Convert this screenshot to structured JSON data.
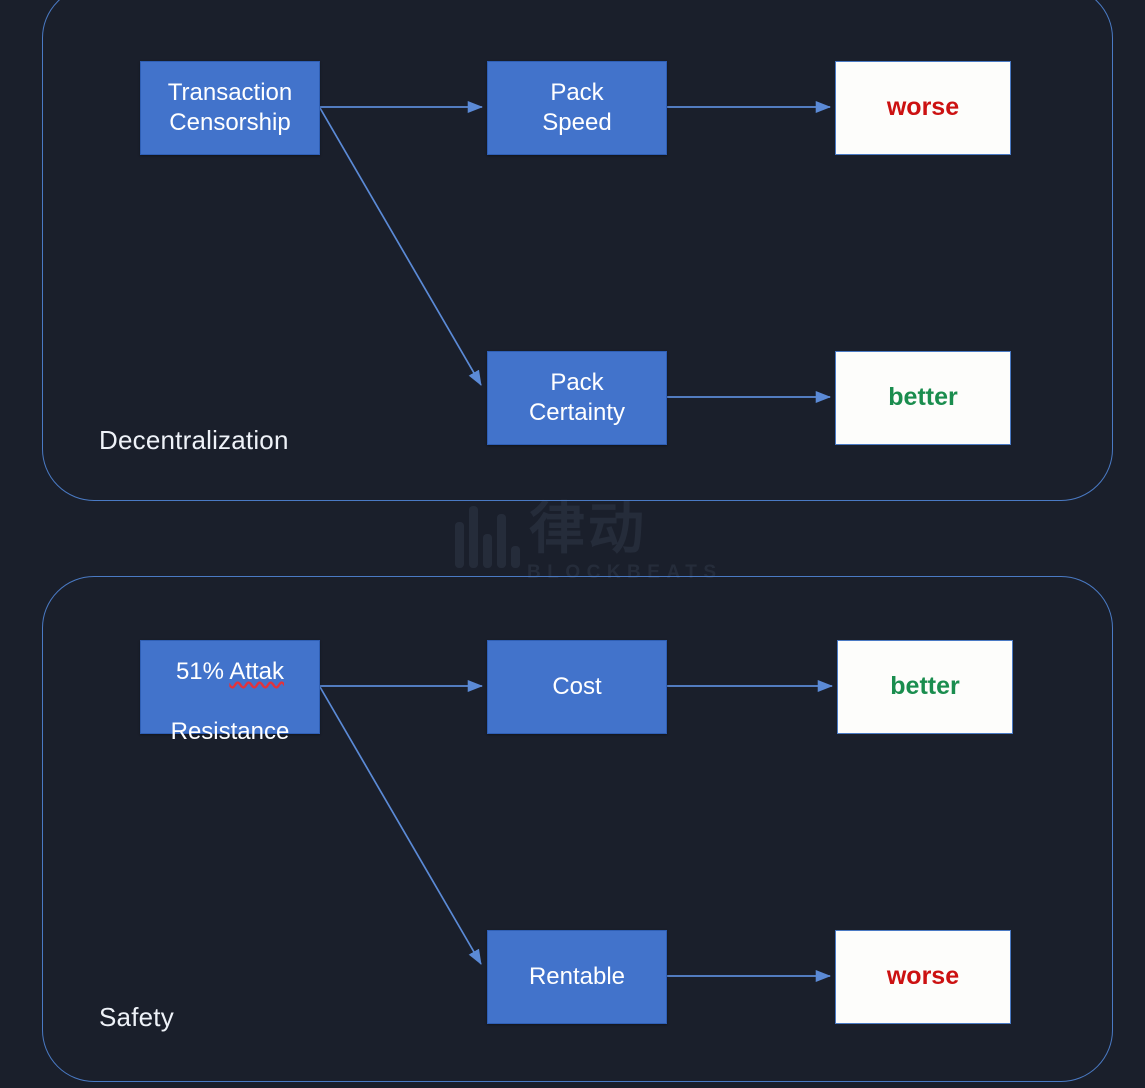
{
  "background_color": "#1a1f2b",
  "accent_color": "#4273cb",
  "border_color": "#4a7ac4",
  "watermark": {
    "logo_name": "blockbeats-bars-logo",
    "chinese": "律动",
    "english": "BLOCKBEATS"
  },
  "groups": [
    {
      "id": "decentralization",
      "label": "Decentralization",
      "nodes": [
        {
          "id": "transaction-censorship",
          "label": "Transaction\nCensorship",
          "type": "blue"
        },
        {
          "id": "pack-speed",
          "label": "Pack\nSpeed",
          "type": "blue"
        },
        {
          "id": "pack-certainty",
          "label": "Pack\nCertainty",
          "type": "blue"
        },
        {
          "id": "pack-speed-verdict",
          "label": "worse",
          "type": "white",
          "verdict": "worse",
          "color": "#cc1111"
        },
        {
          "id": "pack-certainty-verdict",
          "label": "better",
          "type": "white",
          "verdict": "better",
          "color": "#1a8d4e"
        }
      ],
      "edges": [
        {
          "from": "transaction-censorship",
          "to": "pack-speed"
        },
        {
          "from": "transaction-censorship",
          "to": "pack-certainty"
        },
        {
          "from": "pack-speed",
          "to": "pack-speed-verdict"
        },
        {
          "from": "pack-certainty",
          "to": "pack-certainty-verdict"
        }
      ]
    },
    {
      "id": "safety",
      "label": "Safety",
      "nodes": [
        {
          "id": "attack-resistance",
          "label": "51% Attak\nResistance",
          "label_line1_prefix": "51% ",
          "label_line1_misspelled": "Attak",
          "label_line2": "Resistance",
          "type": "blue",
          "spellcheck_flag": true
        },
        {
          "id": "cost",
          "label": "Cost",
          "type": "blue"
        },
        {
          "id": "rentable",
          "label": "Rentable",
          "type": "blue"
        },
        {
          "id": "cost-verdict",
          "label": "better",
          "type": "white",
          "verdict": "better",
          "color": "#1a8d4e"
        },
        {
          "id": "rentable-verdict",
          "label": "worse",
          "type": "white",
          "verdict": "worse",
          "color": "#cc1111"
        }
      ],
      "edges": [
        {
          "from": "attack-resistance",
          "to": "cost"
        },
        {
          "from": "attack-resistance",
          "to": "rentable"
        },
        {
          "from": "cost",
          "to": "cost-verdict"
        },
        {
          "from": "rentable",
          "to": "rentable-verdict"
        }
      ]
    }
  ]
}
